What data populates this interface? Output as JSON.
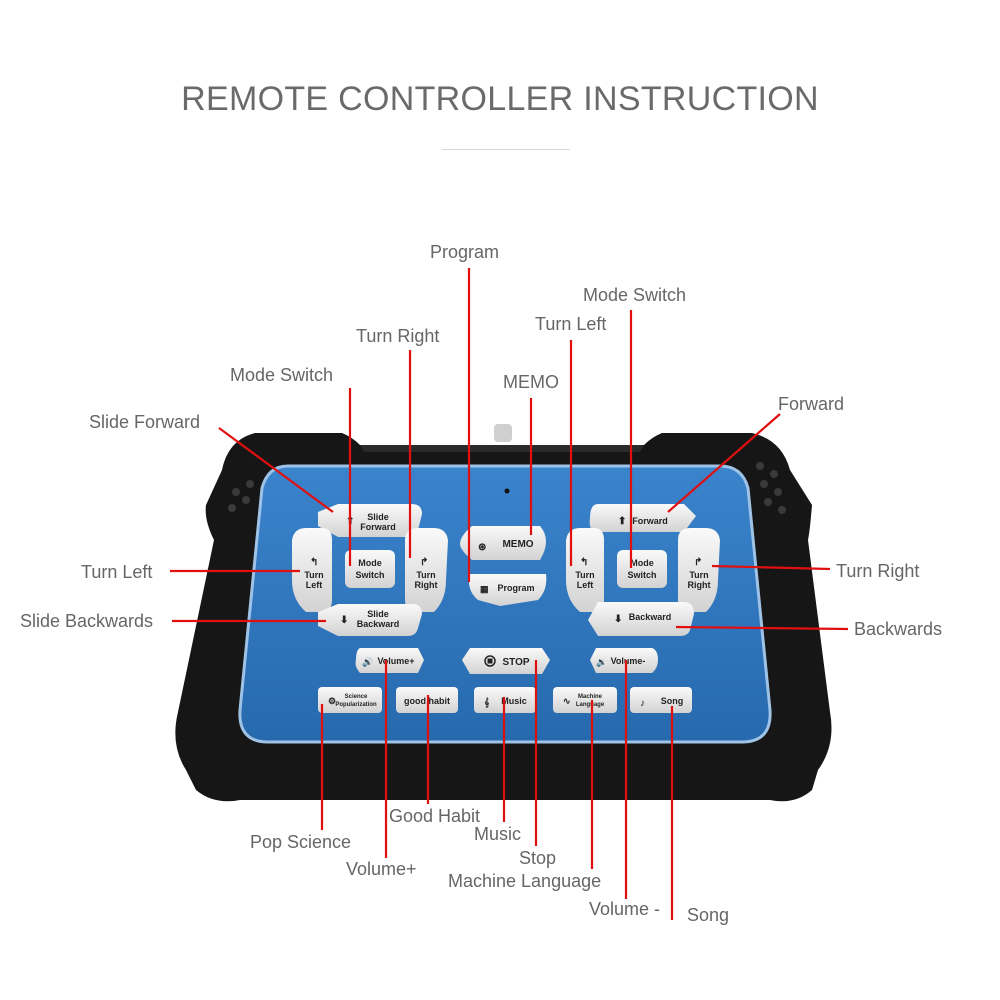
{
  "title": "REMOTE CONTROLLER INSTRUCTION",
  "buttons": {
    "slide_forward": [
      "Slide",
      "Forward"
    ],
    "turn_left_l": [
      "Turn",
      "Left"
    ],
    "mode_switch_l": [
      "Mode",
      "Switch"
    ],
    "turn_right_l": [
      "Turn",
      "Right"
    ],
    "slide_backward": [
      "Slide",
      "Backward"
    ],
    "memo": "MEMO",
    "program": "Program",
    "forward": "Forward",
    "turn_left_r": [
      "Turn",
      "Left"
    ],
    "mode_switch_r": [
      "Mode",
      "Switch"
    ],
    "turn_right_r": [
      "Turn",
      "Right"
    ],
    "backward": "Backward",
    "volume_plus": "Volume+",
    "stop": "STOP",
    "volume_minus": "Volume-",
    "science": [
      "Science",
      "Popularization"
    ],
    "good_habit": "good habit",
    "music": "Music",
    "machine_language": [
      "Machine",
      "Language"
    ],
    "song": "Song"
  },
  "callouts": {
    "program": "Program",
    "mode_switch_right": "Mode Switch",
    "turn_right_left_pad": "Turn Right",
    "turn_left_right_pad": "Turn Left",
    "mode_switch_left": "Mode Switch",
    "memo": "MEMO",
    "slide_forward": "Slide Forward",
    "forward": "Forward",
    "turn_left_left_pad": "Turn Left",
    "turn_right_right_pad": "Turn Right",
    "slide_backwards": "Slide Backwards",
    "backwards": "Backwards",
    "good_habit": "Good Habit",
    "pop_science": "Pop Science",
    "music": "Music",
    "volume_plus": "Volume+",
    "stop": "Stop",
    "machine_language": "Machine Language",
    "volume_minus": "Volume -",
    "song": "Song"
  },
  "colors": {
    "panel_blue": "#2f77c0",
    "body_black": "#161616",
    "leader_red": "#e01010",
    "button_face": "#ececec"
  }
}
